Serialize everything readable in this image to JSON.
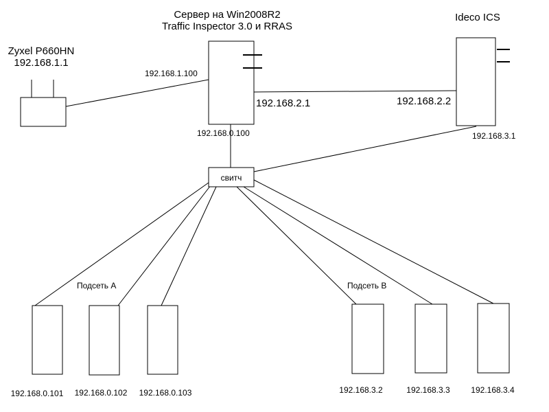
{
  "server": {
    "title_line1": "Сервер на Win2008R2",
    "title_line2": "Traffic Inspector 3.0 и RRAS",
    "ip_left": "192.168.1.100",
    "ip_right": "192.168.2.1",
    "ip_bottom": "192.168.0.100"
  },
  "router": {
    "name": "Zyxel P660HN",
    "ip": "192.168.1.1"
  },
  "ideco": {
    "name": "Ideco ICS",
    "ip_left": "192.168.2.2",
    "ip_bottom": "192.168.3.1"
  },
  "switch": {
    "label": "свитч"
  },
  "subnet_a": {
    "label": "Подсеть А",
    "hosts": [
      "192.168.0.101",
      "192.168.0.102",
      "192.168.0.103"
    ]
  },
  "subnet_b": {
    "label": "Подсеть B",
    "hosts": [
      "192.168.3.2",
      "192.168.3.3",
      "192.168.3.4"
    ]
  }
}
